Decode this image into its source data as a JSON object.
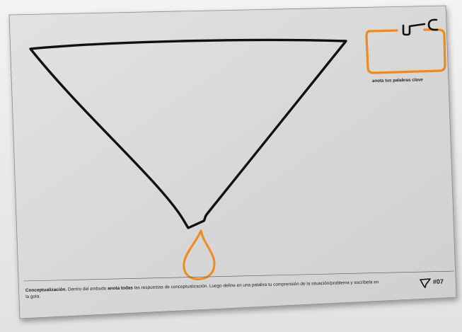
{
  "worksheet": {
    "keywords_label": "anota tus palabras clave",
    "caption": {
      "lead_bold": "Conceptualización.",
      "part1": " Dentro del embudo ",
      "emphasis_bold": "anota todas",
      "part2": " las respuestas de conceptualización. Luego define en una palabra tu comprensión de la situación/problema y escríbela en",
      "line2": "la gota."
    },
    "sheet_number": "#07",
    "icons": {
      "funnel": "funnel-icon",
      "drop": "drop-icon",
      "key": "key-icon",
      "small_funnel": "small-funnel-icon"
    },
    "colors": {
      "accent": "#f08a1c",
      "ink": "#111111",
      "paper": "#d9d9d9"
    }
  }
}
